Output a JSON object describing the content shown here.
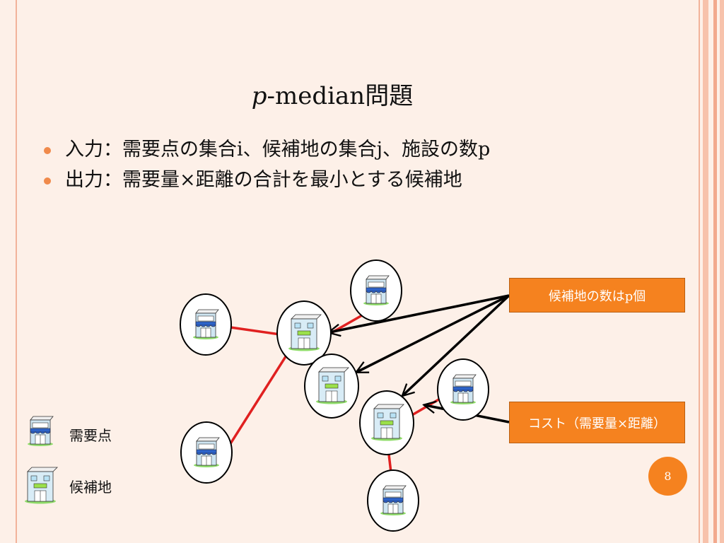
{
  "slide": {
    "title_italic": "p",
    "title_rest": "-median問題",
    "bullets": [
      "入力：需要点の集合i、候補地の集合j、施設の数p",
      "出力：需要量×距離の合計を最小とする候補地"
    ],
    "callouts": {
      "facility_count": "候補地の数はp個",
      "cost": "コスト（需要量×距離）"
    },
    "legend": {
      "demand_label": "需要点",
      "candidate_label": "候補地"
    },
    "page_number": "8"
  },
  "colors": {
    "accent": "#f5821f",
    "link": "#e02020",
    "arrow": "#000000",
    "background": "#fdf0e8"
  },
  "icons": {
    "demand": "shop-icon",
    "candidate": "building-icon"
  }
}
